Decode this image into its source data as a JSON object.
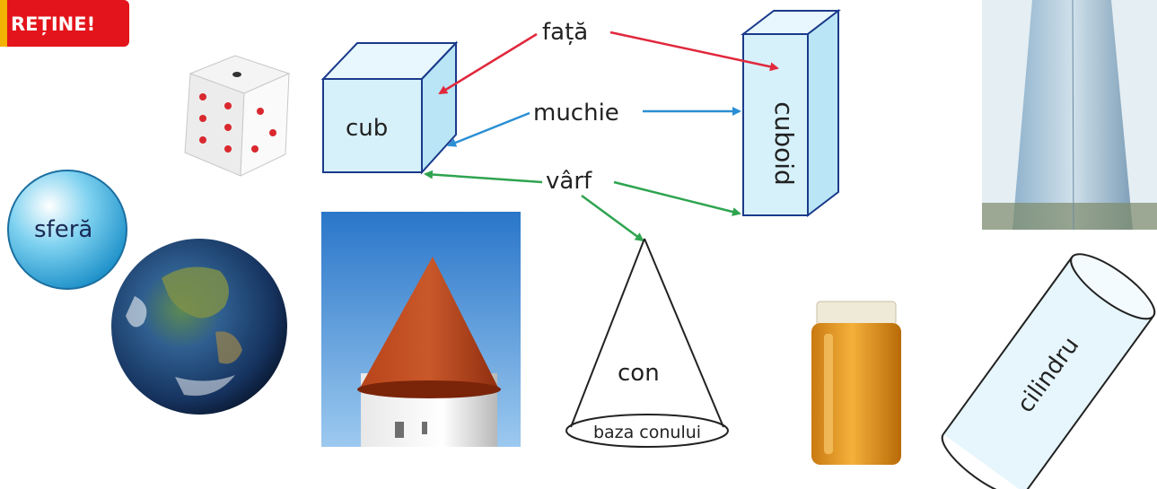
{
  "badge": {
    "label": "REȚINE!"
  },
  "shapes": {
    "cube": "cub",
    "cuboid": "cuboid",
    "sphere": "sferă",
    "cone": "con",
    "cone_base": "baza conului",
    "cylinder": "cilindru"
  },
  "parts": {
    "face": "față",
    "edge": "muchie",
    "vertex": "vârf"
  },
  "colors": {
    "face_arrow": "#e0283c",
    "edge_arrow": "#2a8fd4",
    "vertex_arrow": "#2ea44f",
    "badge": "#e3141b",
    "shape_fill": "#d7f1fb",
    "shape_stroke": "#1a3a8a"
  },
  "icons": [
    "dice-icon",
    "earth-globe-icon",
    "tower-photo",
    "skyscraper-photo",
    "honey-jar-icon"
  ]
}
